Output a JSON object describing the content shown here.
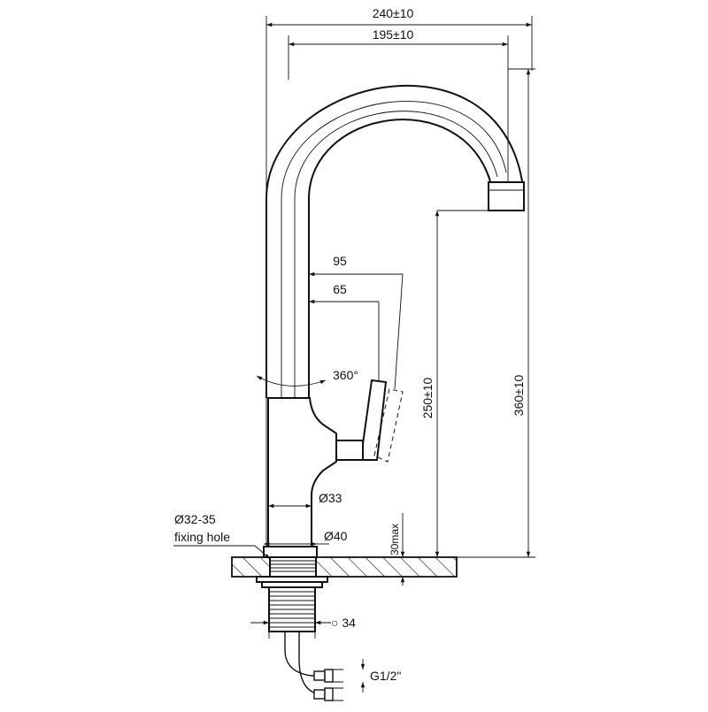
{
  "dimensions": {
    "overall_reach": "240±10",
    "spout_reach": "195±10",
    "handle_outer": "95",
    "handle_inner": "65",
    "rotation": "360°",
    "spout_height": "250±10",
    "total_height": "360±10",
    "body_diameter": "Ø33",
    "base_diameter": "Ø40",
    "fixing_hole_diameter": "Ø32-35",
    "fixing_hole_label": "fixing hole",
    "max_thickness": "30max",
    "thread_diameter": "○ 34",
    "hose_connection": "G1/2\""
  },
  "colors": {
    "line": "#111111",
    "background": "#ffffff"
  }
}
